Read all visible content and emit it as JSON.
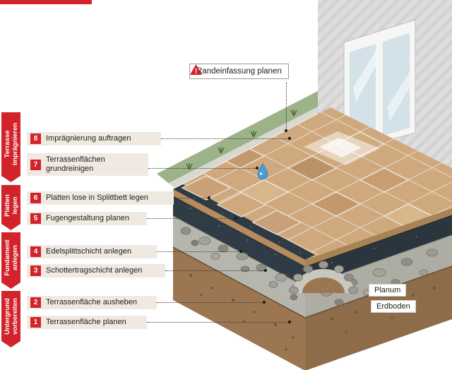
{
  "header": {
    "strip_color": "#d2232a"
  },
  "callout": {
    "mark": "!",
    "label": "Randeinfassung planen"
  },
  "phases": [
    {
      "id": "terrasse-impraegnieren",
      "line1": "Terrasse",
      "line2": "imprägnieren"
    },
    {
      "id": "platten-legen",
      "line1": "Platten",
      "line2": "legen"
    },
    {
      "id": "fundament-anlegen",
      "line1": "Fundament",
      "line2": "anlegen"
    },
    {
      "id": "untergrund-vorbereiten",
      "line1": "Untergrund",
      "line2": "vorbereiten"
    }
  ],
  "steps": [
    {
      "num": "8",
      "label": "Imprägnierung auftragen"
    },
    {
      "num": "7",
      "label": "Terrassenflächen",
      "label2": "grundreinigen"
    },
    {
      "num": "6",
      "label": "Platten lose in Splittbett legen"
    },
    {
      "num": "5",
      "label": "Fugengestaltung planen"
    },
    {
      "num": "4",
      "label": "Edelsplittschicht anlegen"
    },
    {
      "num": "3",
      "label": "Schottertragschicht anlegen"
    },
    {
      "num": "2",
      "label": "Terrassenfläche ausheben"
    },
    {
      "num": "1",
      "label": "Terrassenfläche planen"
    }
  ],
  "illustration_labels": {
    "planum": "Planum",
    "erdboden": "Erdboden"
  },
  "illustration_parts": {
    "tiles": "terrace paving tiles",
    "splitt": "dark grit bedding layer",
    "schotter": "gravel base layer",
    "earth": "soil layer",
    "grass": "lawn strip",
    "wall": "house wall with window",
    "droplet": "water drop on tiles"
  },
  "colors": {
    "accent": "#d2232a",
    "bar_bg": "#f0e9e2",
    "tile": "#cfa87d",
    "splitt": "#303c45",
    "schotter": "#b6b6ae",
    "earth": "#9b7651",
    "grass": "#9cb289",
    "wall": "#dedede",
    "window_pane": "#d2e2e8"
  }
}
